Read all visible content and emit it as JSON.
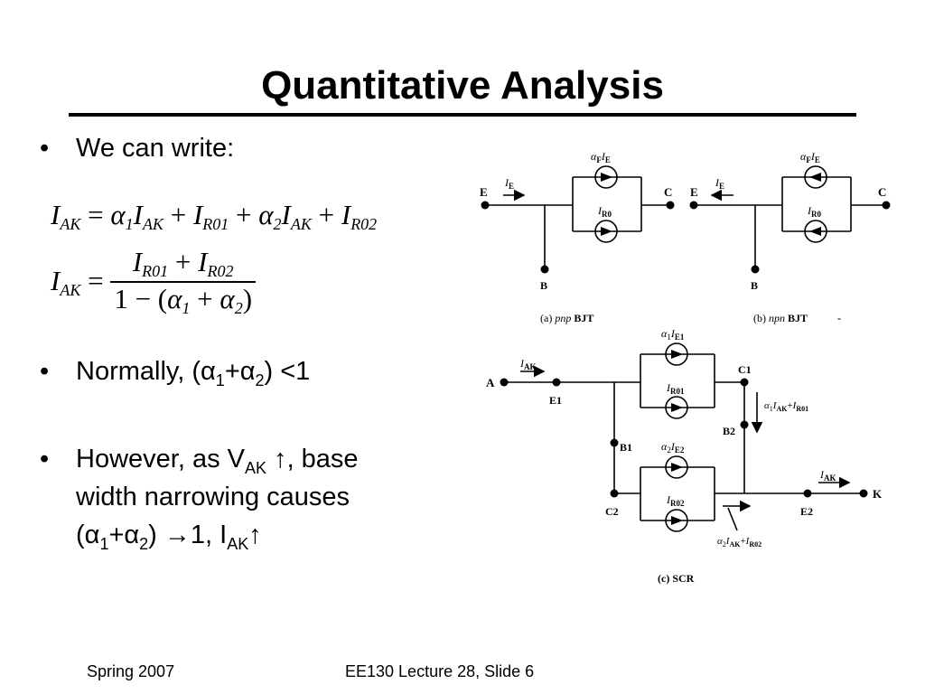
{
  "slide": {
    "title": "Quantitative Analysis",
    "bullets": {
      "b1": "We can write:",
      "b2_prefix": "Normally, (",
      "b2_a1": "α",
      "b2_sub1": "1",
      "b2_plus": "+",
      "b2_a2": "α",
      "b2_sub2": "2",
      "b2_suffix": ") <1",
      "b3_line1_prefix": "However, as V",
      "b3_line1_sub": "AK",
      "b3_line1_arrow": "↑",
      "b3_line1_suffix": ", base",
      "b3_line2": "width narrowing causes",
      "b3_line3_open": "(",
      "b3_line3_a1": "α",
      "b3_line3_sub1": "1",
      "b3_line3_plus": "+",
      "b3_line3_a2": "α",
      "b3_line3_sub2": "2",
      "b3_line3_mid": ") →1, I",
      "b3_line3_sub": "AK",
      "b3_line3_arrow": "↑"
    },
    "footer": {
      "left": "Spring 2007",
      "center": "EE130 Lecture 28, Slide 6"
    }
  },
  "equations": {
    "eq1": {
      "lhs": "I",
      "lhs_sub": "AK",
      "eq": "=",
      "t1": "α",
      "t1_sub": "1",
      "t1i": "I",
      "t1i_sub": "AK",
      "p1": "+",
      "t2": "I",
      "t2_sub": "R01",
      "p2": "+",
      "t3": "α",
      "t3_sub": "2",
      "t3i": "I",
      "t3i_sub": "AK",
      "p3": "+",
      "t4": "I",
      "t4_sub": "R02"
    },
    "eq2": {
      "lhs": "I",
      "lhs_sub": "AK",
      "eq": "=",
      "n1": "I",
      "n1_sub": "R01",
      "nplus": "+",
      "n2": "I",
      "n2_sub": "R02",
      "den_pre": "1 − (",
      "d1": "α",
      "d1_sub": "1",
      "dplus": "+",
      "d2": "α",
      "d2_sub": "2",
      "den_post": ")"
    }
  },
  "figure": {
    "a": {
      "E": "E",
      "C": "C",
      "B": "B",
      "I_E": "I",
      "I_E_sub": "E",
      "src_top": "α",
      "src_top_sub": "F",
      "src_top_I": "I",
      "src_top_I_sub": "E",
      "src_bot": "I",
      "src_bot_sub": "R0",
      "caption_pre": "(a) ",
      "caption_it": "pnp",
      "caption_post": " BJT"
    },
    "b": {
      "E": "E",
      "C": "C",
      "B": "B",
      "I_E": "I",
      "I_E_sub": "E",
      "src_top": "α",
      "src_top_sub": "F",
      "src_top_I": "I",
      "src_top_I_sub": "E",
      "src_bot": "I",
      "src_bot_sub": "R0",
      "caption_pre": "(b) ",
      "caption_it": "npn",
      "caption_post": " BJT",
      "mark": "-"
    },
    "c": {
      "A": "A",
      "E1": "E1",
      "C1": "C1",
      "B1": "B1",
      "B2": "B2",
      "C2": "C2",
      "E2": "E2",
      "K": "K",
      "I_AK_in": "I",
      "I_AK_in_sub": "AK",
      "I_AK_out": "I",
      "I_AK_out_sub": "AK",
      "s1_top": "α",
      "s1_top_sub": "1",
      "s1_top_I": "I",
      "s1_top_I_sub": "E1",
      "s1_bot": "I",
      "s1_bot_sub": "R01",
      "s2_top": "α",
      "s2_top_sub": "2",
      "s2_top_I": "I",
      "s2_top_I_sub": "E2",
      "s2_bot": "I",
      "s2_bot_sub": "R02",
      "ann1": "α",
      "ann1_sub": "1",
      "ann1_I": "I",
      "ann1_I_sub": "AK",
      "ann1_plus": "+",
      "ann1_I2": "I",
      "ann1_I2_sub": "R01",
      "ann2": "α",
      "ann2_sub": "2",
      "ann2_I": "I",
      "ann2_I_sub": "AK",
      "ann2_plus": "+",
      "ann2_I2": "I",
      "ann2_I2_sub": "R02",
      "caption": "(c) SCR"
    }
  }
}
